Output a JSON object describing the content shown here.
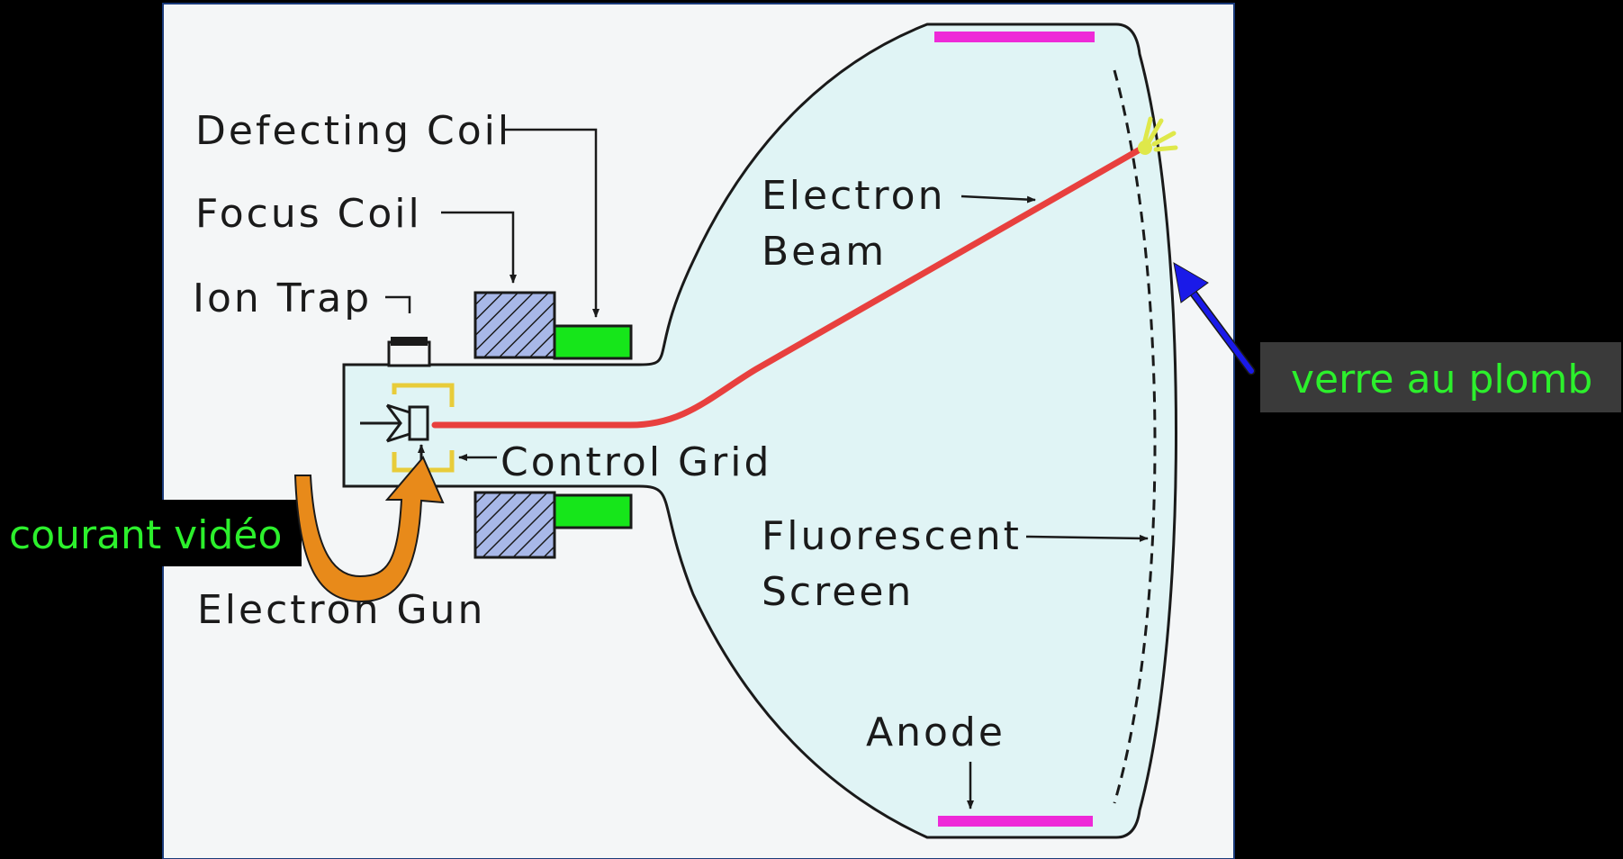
{
  "labels": {
    "deflecting_coil": "Defecting Coil",
    "focus_coil": "Focus Coil",
    "ion_trap": "Ion Trap",
    "electron_beam_1": "Electron",
    "electron_beam_2": "Beam",
    "control_grid": "Control Grid",
    "fluorescent_1": "Fluorescent",
    "fluorescent_2": "Screen",
    "electron_gun": "Electron Gun",
    "anode": "Anode"
  },
  "callouts": {
    "lead_glass": "verre au plomb",
    "video_current": "courant vidéo"
  },
  "colors": {
    "page_background": "#000000",
    "panel_background": "#f4f6f7",
    "tube_fill": "#e0f4f5",
    "beam": "#e8403e",
    "anode": "#ee2ad8",
    "deflecting_coil": "#16e61a",
    "focus_coil": "#a8b8e8",
    "control_grid": "#e8cc3a",
    "lead_glass_arrow": "#1a1ae8",
    "video_current_arrow": "#e88a1a",
    "callout_text": "#2cf02c",
    "callout_box": "#3a3a3a"
  },
  "icons": {
    "video_current_arrow": "u-turn-arrow-icon",
    "lead_glass_arrow": "arrow-up-left-icon",
    "screen_spot": "light-burst-icon"
  }
}
